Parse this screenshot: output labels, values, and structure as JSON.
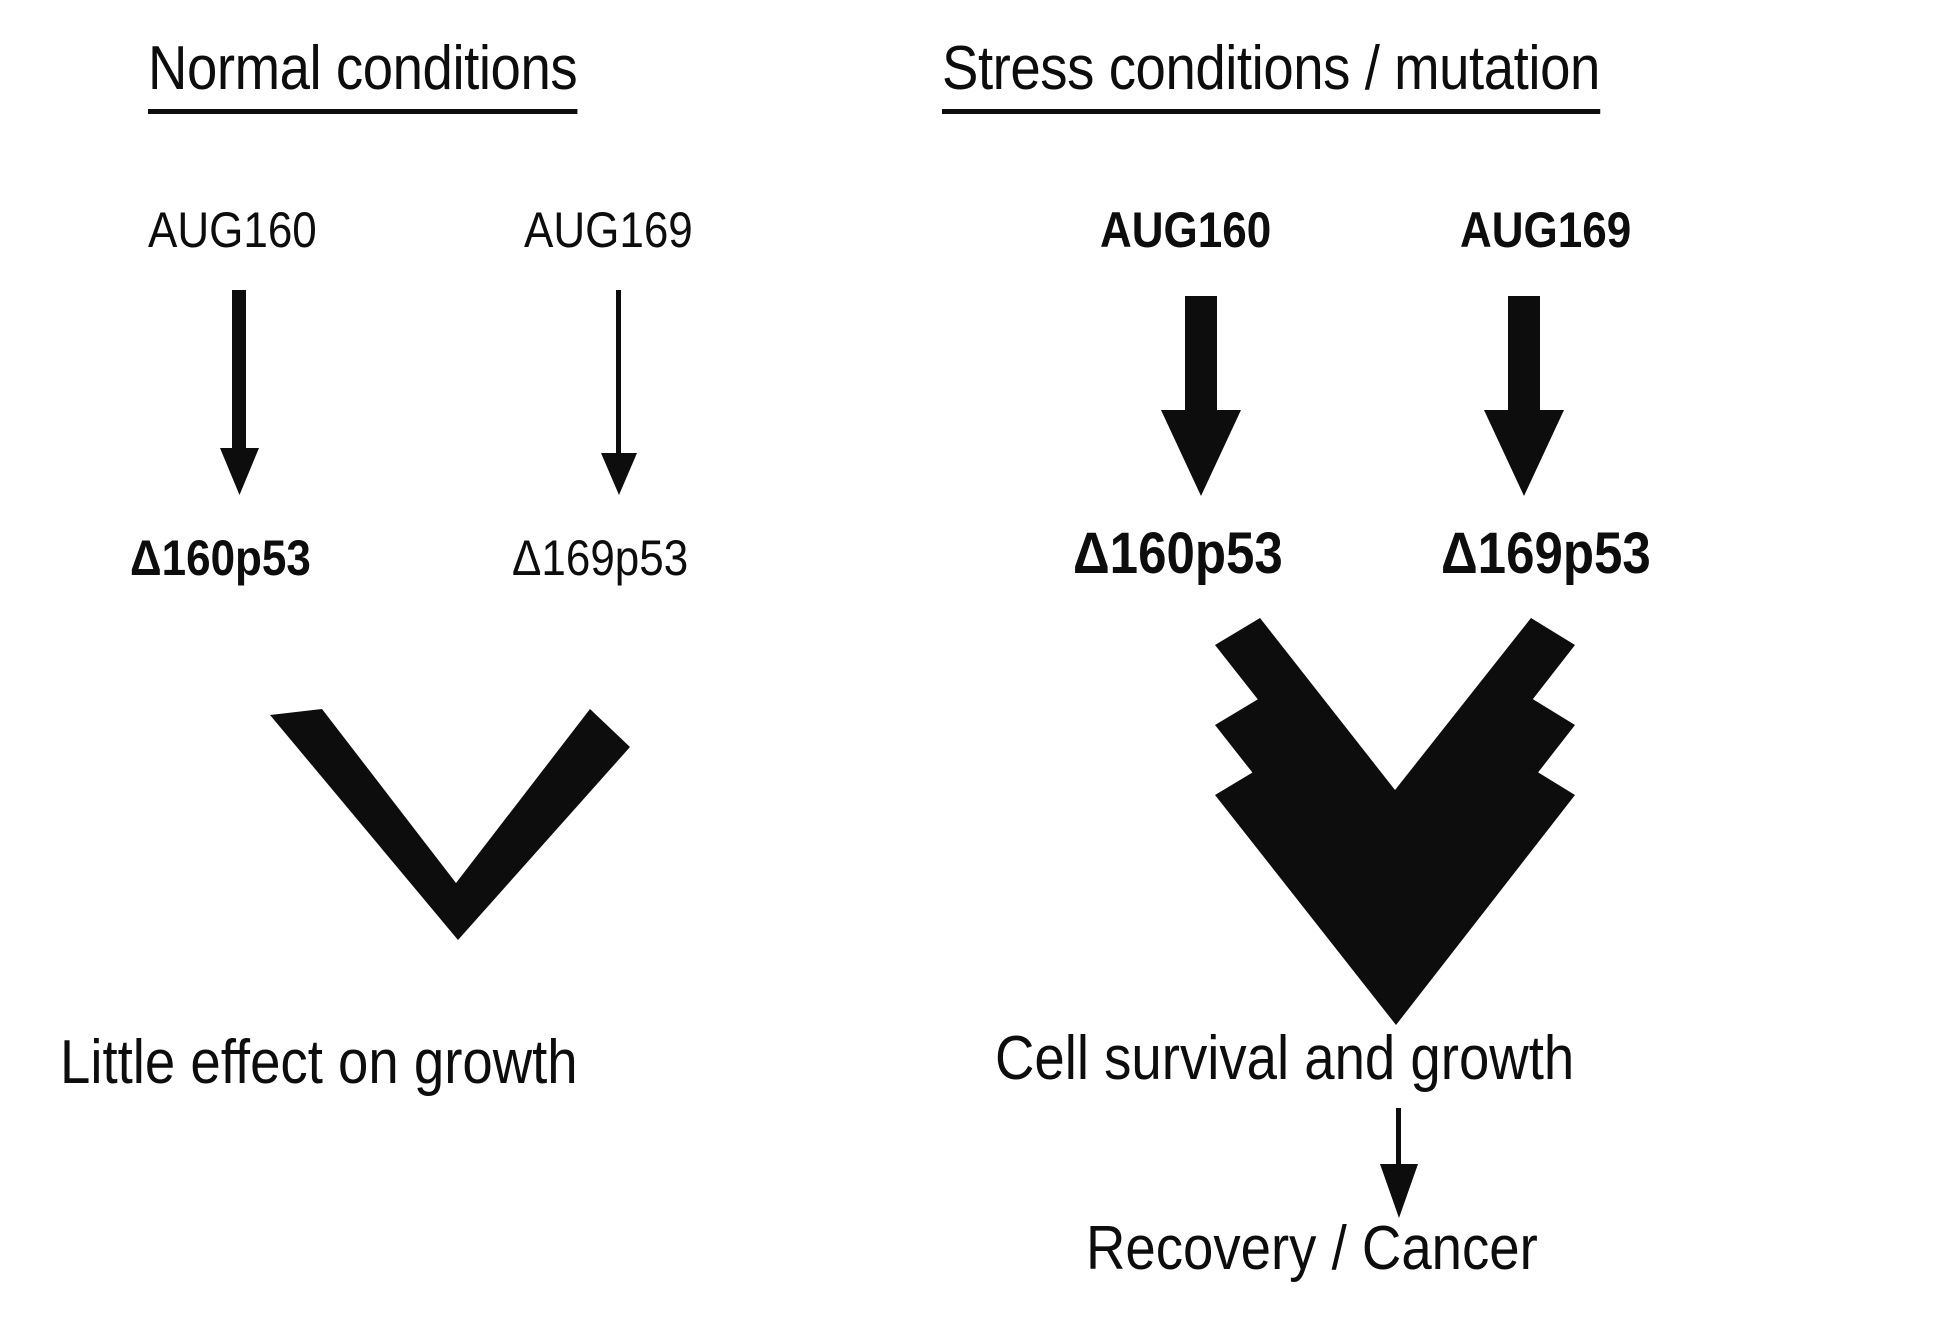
{
  "diagram": {
    "title_left": "Normal conditions",
    "title_right": "Stress conditions / mutation",
    "accent_color": "#0d0d0d",
    "background_color": "#ffffff",
    "left_panel": {
      "heading": "Normal conditions",
      "start_codons": [
        {
          "label": "AUG160",
          "emphasis": "normal",
          "arrow": "thin-down-arrow"
        },
        {
          "label": "AUG169",
          "emphasis": "normal",
          "arrow": "hairline-down-arrow"
        }
      ],
      "isoforms": [
        {
          "label": "Δ160p53",
          "emphasis": "bold"
        },
        {
          "label": "Δ169p53",
          "emphasis": "normal"
        }
      ],
      "merge_arrow": "single-chevron-down-icon",
      "outcome": "Little effect on growth"
    },
    "right_panel": {
      "heading": "Stress conditions / mutation",
      "start_codons": [
        {
          "label": "AUG160",
          "emphasis": "bold",
          "arrow": "thick-down-arrow"
        },
        {
          "label": "AUG169",
          "emphasis": "bold",
          "arrow": "thick-down-arrow"
        }
      ],
      "isoforms": [
        {
          "label": "Δ160p53",
          "emphasis": "bold"
        },
        {
          "label": "Δ169p53",
          "emphasis": "bold"
        }
      ],
      "merge_arrow": "triple-chevron-down-icon",
      "outcome": "Cell survival and growth",
      "outcome_arrow": "thin-down-arrow",
      "final_outcome": "Recovery / Cancer"
    }
  }
}
